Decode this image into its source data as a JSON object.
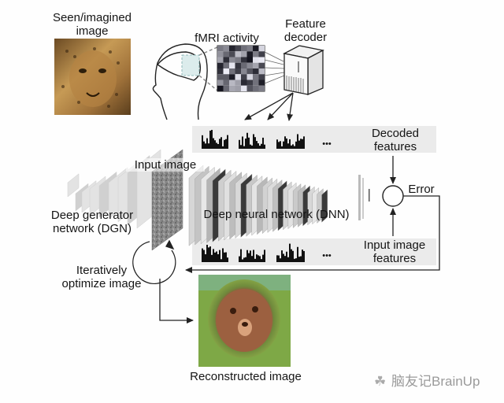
{
  "diagram": {
    "labels": {
      "seen_image": [
        "Seen/imagined",
        "image"
      ],
      "fmri": "fMRI activity",
      "feature_decoder": [
        "Feature",
        "decoder"
      ],
      "decoded_features": [
        "Decoded",
        "features"
      ],
      "input_image": "Input image",
      "error": "Error",
      "dgn": [
        "Deep generator",
        "network (DGN)"
      ],
      "dnn": "Deep neural network (DNN)",
      "input_image_features": [
        "Input image",
        "features"
      ],
      "iteratively_optimize": [
        "Iteratively",
        "optimize image"
      ],
      "reconstructed_image": "Reconstructed image",
      "ellipsis": "•••"
    },
    "nodes": [
      {
        "id": "seen-image",
        "type": "photo",
        "content": "leopard face"
      },
      {
        "id": "head",
        "type": "icon",
        "content": "human head with brain outline"
      },
      {
        "id": "fmri-grid",
        "type": "grid",
        "content": "grayscale voxel activity grid"
      },
      {
        "id": "feature-decoder",
        "type": "icon",
        "content": "computer server"
      },
      {
        "id": "decoded-features",
        "type": "histogram-strip",
        "count_shown": 3
      },
      {
        "id": "dgn",
        "type": "network-layers"
      },
      {
        "id": "input-image",
        "type": "noise-image"
      },
      {
        "id": "dnn",
        "type": "network-layers"
      },
      {
        "id": "error-node",
        "type": "circle"
      },
      {
        "id": "input-image-features",
        "type": "histogram-strip",
        "count_shown": 3
      },
      {
        "id": "optimize-loop",
        "type": "circular-arrow"
      },
      {
        "id": "reconstructed-image",
        "type": "photo",
        "content": "reconstructed animal face"
      }
    ],
    "edges": [
      {
        "from": "brain",
        "to": "fmri-grid"
      },
      {
        "from": "fmri-grid",
        "to": "feature-decoder"
      },
      {
        "from": "feature-decoder",
        "to": "decoded-features"
      },
      {
        "from": "decoded-features",
        "to": "error-node"
      },
      {
        "from": "input-image-features",
        "to": "error-node"
      },
      {
        "from": "error-node",
        "to": "optimize-loop"
      },
      {
        "from": "optimize-loop",
        "to": "input-image"
      },
      {
        "from": "optimize-loop",
        "to": "reconstructed-image"
      }
    ]
  },
  "watermark": {
    "text": "脑友记BrainUp",
    "icon": "wechat-icon"
  },
  "colors": {
    "background": "#fefefe",
    "band": "#ebebeb",
    "line": "#222222",
    "text": "#151515"
  }
}
